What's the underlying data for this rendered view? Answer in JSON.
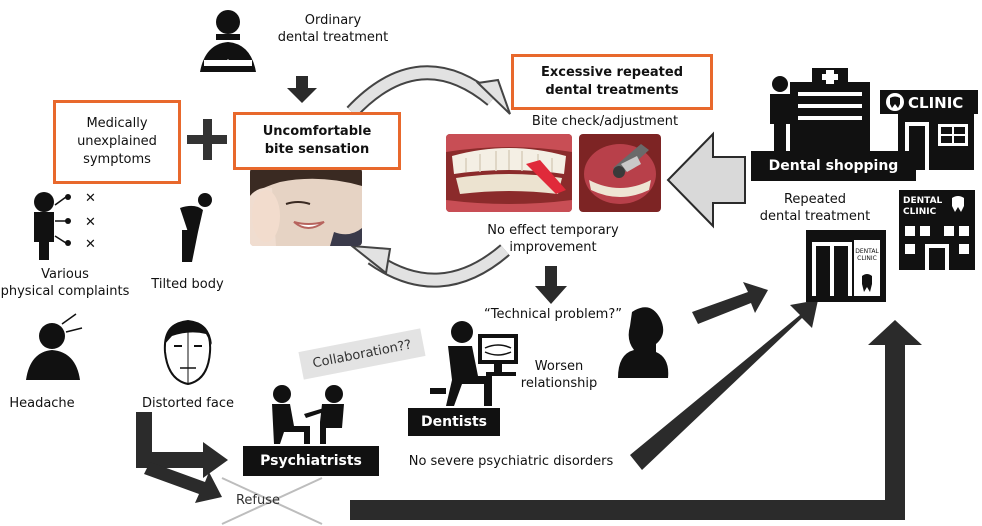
{
  "labels": {
    "ordinary": "Ordinary\ndental treatment",
    "uncomfortable": "Uncomfortable\nbite sensation",
    "excessive": "Excessive repeated\ndental treatments",
    "medically": "Medically\nunexplained\nsymptoms",
    "bite_check": "Bite check/adjustment",
    "no_effect": "No effect temporary\nimprovement",
    "dental_shopping": "Dental shopping",
    "clinic": "CLINIC",
    "dental_clinic": "DENTAL\nCLINIC",
    "dental_clinic_small": "DENTAL\nCLINIC",
    "repeated": "Repeated\ndental treatment",
    "various": "Various\nphysical complaints",
    "tilted": "Tilted body",
    "headache": "Headache",
    "distorted": "Distorted face",
    "collaboration": "Collaboration??",
    "technical": "“Technical problem?”",
    "worsen": "Worsen\nrelationship",
    "dentists": "Dentists",
    "psychiatrists": "Psychiatrists",
    "no_severe": "No severe psychiatric disorders",
    "refuse": "Refuse"
  },
  "colors": {
    "accent": "#e8682c",
    "arrow_dark": "#2b2b2b",
    "arrow_gray": "#d9d9d9",
    "label_bg": "#e3e3e3"
  },
  "icons": {
    "ordinary_dentist": "dentist-with-tools-icon",
    "headache": "headache-person-icon",
    "tilted": "bent-person-icon",
    "distorted": "face-outline-icon",
    "various": "person-with-symptom-list-icon",
    "hospital": "hospital-building-icon",
    "clinic": "clinic-building-icon",
    "psychiatrists": "counseling-people-icon",
    "dentists": "dentist-at-computer-icon",
    "patient": "patient-silhouette-icon"
  }
}
